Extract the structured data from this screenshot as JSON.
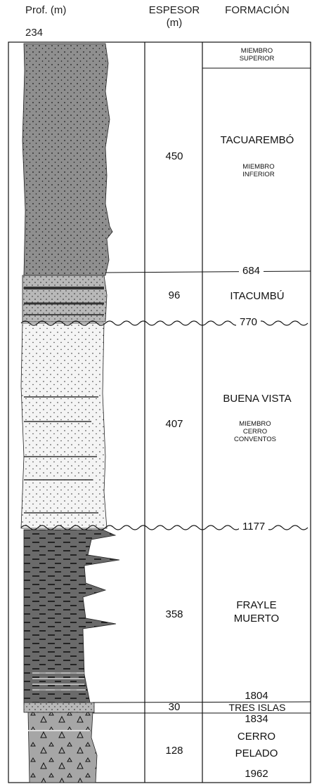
{
  "header": {
    "depth_label": "Prof. (m)",
    "thickness_label": "ESPESOR\n(m)",
    "formation_label": "FORMACIÓN",
    "top_depth": "234"
  },
  "formations": [
    {
      "name": "TACUAREMBÓ",
      "thickness": "450",
      "member_top": "MIEMBRO SUPERIOR",
      "member": "MIEMBRO INFERIOR",
      "base_depth": "684"
    },
    {
      "name": "ITACUMBÚ",
      "thickness": "96",
      "base_depth": "770"
    },
    {
      "name": "BUENA VISTA",
      "thickness": "407",
      "member": "MIEMBRO CERRO CONVENTOS",
      "base_depth": "1177"
    },
    {
      "name": "FRAYLE MUERTO",
      "thickness": "358",
      "base_depth": "1804"
    },
    {
      "name": "TRES ISLAS",
      "thickness": "30",
      "base_depth": "1834"
    },
    {
      "name": "CERRO PELADO",
      "thickness": "128",
      "base_depth": "1962"
    }
  ]
}
